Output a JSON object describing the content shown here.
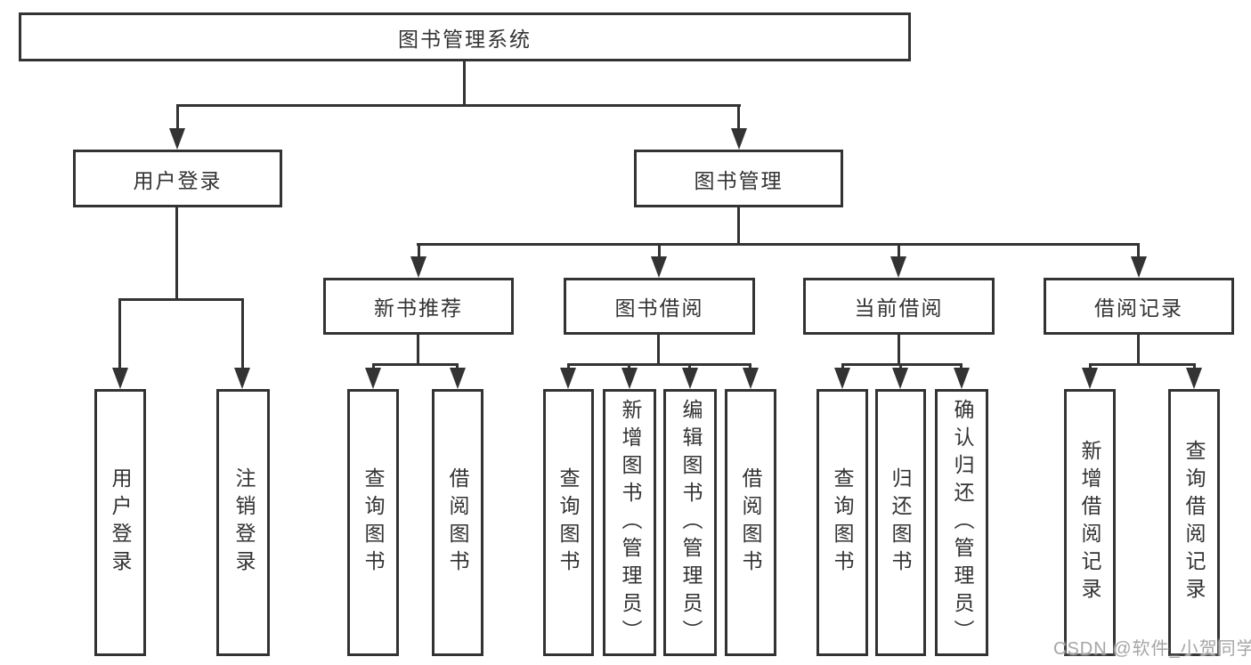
{
  "diagram": {
    "root": {
      "label": "图书管理系统"
    },
    "branches": [
      {
        "label": "用户登录",
        "leaves": [
          {
            "label": "用户登录"
          },
          {
            "label": "注销登录"
          }
        ]
      },
      {
        "label": "图书管理",
        "groups": [
          {
            "label": "新书推荐",
            "leaves": [
              {
                "label": "查询图书"
              },
              {
                "label": "借阅图书"
              }
            ]
          },
          {
            "label": "图书借阅",
            "leaves": [
              {
                "label": "查询图书"
              },
              {
                "label": "新增图书（管理员）"
              },
              {
                "label": "编辑图书（管理员）"
              },
              {
                "label": "借阅图书"
              }
            ]
          },
          {
            "label": "当前借阅",
            "leaves": [
              {
                "label": "查询图书"
              },
              {
                "label": "归还图书"
              },
              {
                "label": "确认归还（管理员）"
              }
            ]
          },
          {
            "label": "借阅记录",
            "leaves": [
              {
                "label": "新增借阅记录"
              },
              {
                "label": "查询借阅记录"
              }
            ]
          }
        ]
      }
    ]
  },
  "watermark": {
    "text": "CSDN @软件_小贺同学"
  },
  "colors": {
    "line": "#333333",
    "box_border": "#333333",
    "text": "#333333",
    "watermark": "#a6a6a6",
    "background": "#ffffff"
  }
}
